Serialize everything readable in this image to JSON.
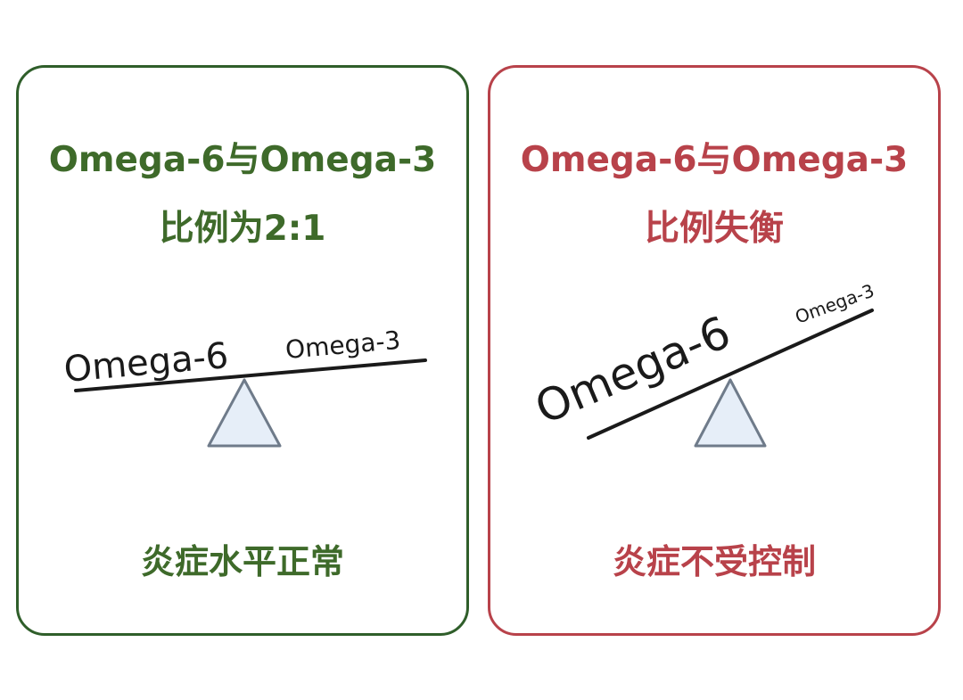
{
  "left_card": {
    "title_line1": "Omega-6与Omega-3",
    "title_line2": "比例为2:1",
    "big_label": "Omega-6",
    "small_label": "Omega-3",
    "footer": "炎症水平正常",
    "border_color": "#2f5e2a",
    "text_color": "#3e6a2a"
  },
  "right_card": {
    "title_line1": "Omega-6与Omega-3",
    "title_line2": "比例失衡",
    "big_label": "Omega-6",
    "small_label": "Omega-3",
    "footer": "炎症不受控制",
    "border_color": "#b8424a",
    "text_color": "#b8424a"
  },
  "fulcrum_fill": "#e6eef8",
  "fulcrum_stroke": "#6f7b8a"
}
